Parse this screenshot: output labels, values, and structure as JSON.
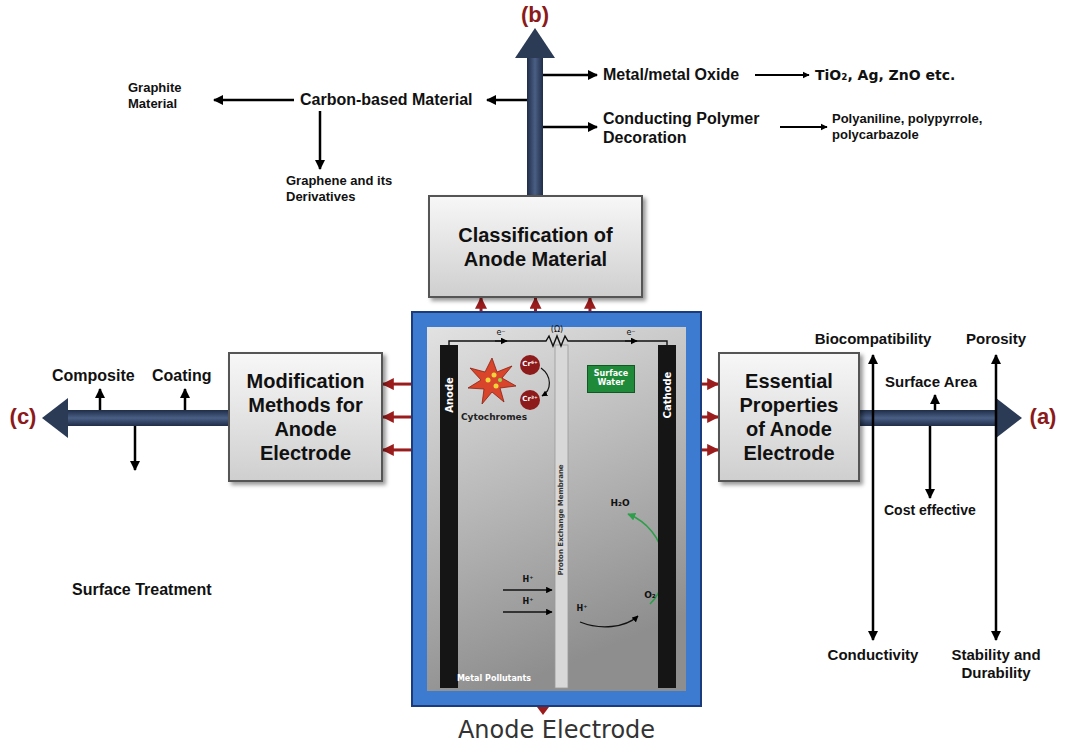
{
  "diagram": {
    "nodes": [
      {
        "text": [
          "Classification of Anode Material"
        ]
      },
      {
        "text": [
          "Modification Methods for Anode Electrode"
        ]
      },
      {
        "text": [
          "Anode Electrode"
        ]
      },
      {
        "text": [
          "Anode"
        ],
        "in": 2
      },
      {
        "text": [
          "Cathode"
        ],
        "in": 2
      },
      {
        "text": [
          "Surface Water"
        ],
        "in": 2
      },
      {
        "text": [
          "Essential Properties of Anode Electrode"
        ]
      }
    ],
    "edges": [
      {
        "from": 2,
        "to": 0,
        "arrow": "to"
      },
      {
        "from": 2,
        "to": 0,
        "arrow": "to"
      },
      {
        "from": 2,
        "to": 0,
        "arrow": "to"
      },
      {
        "from": 2,
        "to": 1,
        "arrow": "to"
      },
      {
        "from": 2,
        "to": 1,
        "arrow": "to"
      },
      {
        "from": 2,
        "to": 1,
        "arrow": "to"
      },
      {
        "from": 2,
        "to": 6,
        "arrow": "to"
      },
      {
        "from": 2,
        "to": 6,
        "arrow": "to"
      },
      {
        "from": 2,
        "to": 6,
        "arrow": "to"
      }
    ],
    "labels": [
      "(b)",
      "(c)",
      "(a)",
      "Metal/metal Oxide",
      "TiO₂, Ag, ZnO etc.",
      "Conducting Polymer Decoration",
      "Polyaniline, polypyrrole, polycarbazole",
      "Carbon-based Material",
      "Graphite Material",
      "Graphene and its Derivatives",
      "Composite",
      "Coating",
      "Surface Treatment",
      "Biocompatibility",
      "Porosity",
      "Surface Area",
      "Cost effective",
      "Conductivity",
      "Stability and Durability",
      "(Ω)",
      "e⁻",
      "e⁻",
      "Cytochromes",
      "Cr⁶⁺",
      "Cr³⁺",
      "Proton Exchange Membrane",
      "H₂O",
      "H⁺",
      "H⁺",
      "H⁺",
      "O₂",
      "Metal Pollutants"
    ]
  }
}
